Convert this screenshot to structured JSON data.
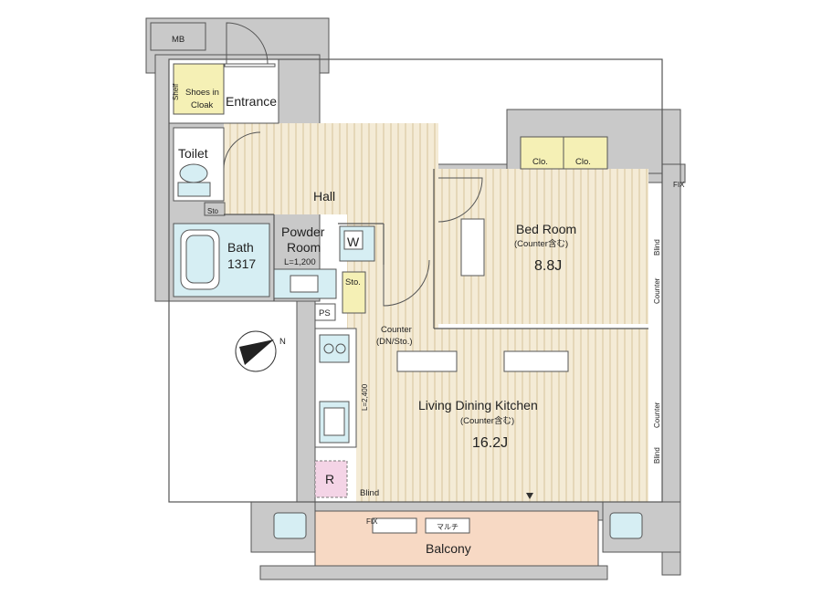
{
  "labels": {
    "mb": "MB",
    "shelf": "Shelf",
    "shoes_line1": "Shoes in",
    "shoes_line2": "Cloak",
    "entrance": "Entrance",
    "toilet": "Toilet",
    "hall": "Hall",
    "sto1": "Sto",
    "bath_line1": "Bath",
    "bath_line2": "1317",
    "powder_line1": "Powder",
    "powder_line2": "Room",
    "powder_line3": "L=1,200",
    "w": "W",
    "sto2": "Sto.",
    "ps": "PS",
    "counter_dn_line1": "Counter",
    "counter_dn_line2": "(DN/Sto.)",
    "l2400": "L=2,400",
    "r": "R",
    "blind_bottom": "Blind",
    "bedroom_title": "Bed Room",
    "bedroom_note": "(Counter含む)",
    "bedroom_size": "8.8J",
    "clo1": "Clo.",
    "clo2": "Clo.",
    "ldk_title": "Living Dining Kitchen",
    "ldk_note": "(Counter含む)",
    "ldk_size": "16.2J",
    "balcony": "Balcony",
    "fix_balcony": "FIX",
    "maruchi": "マルチ",
    "counter_right1": "Counter",
    "blind_right1": "Blind",
    "counter_right2": "Counter",
    "blind_right2": "Blind",
    "fix_right": "FIX",
    "compass_n": "N"
  },
  "icons": {
    "compass": "compass-north-arrow-icon",
    "stove": "stove-burners-icon",
    "sink": "kitchen-sink-icon",
    "toilet": "toilet-icon",
    "bathtub": "bathtub-icon",
    "washer": "washing-machine-icon",
    "washbasin": "washbasin-icon",
    "refrigerator": "refrigerator-space-icon",
    "window-marker": "window-marker-icon"
  },
  "colors": {
    "floor": "#f4ebd6",
    "wall": "#c9c9c9",
    "fixtures": "#d6eef3",
    "closet": "#f5f0b5",
    "balcony": "#f7d9c4",
    "refrigerator": "#f4d4e6"
  }
}
